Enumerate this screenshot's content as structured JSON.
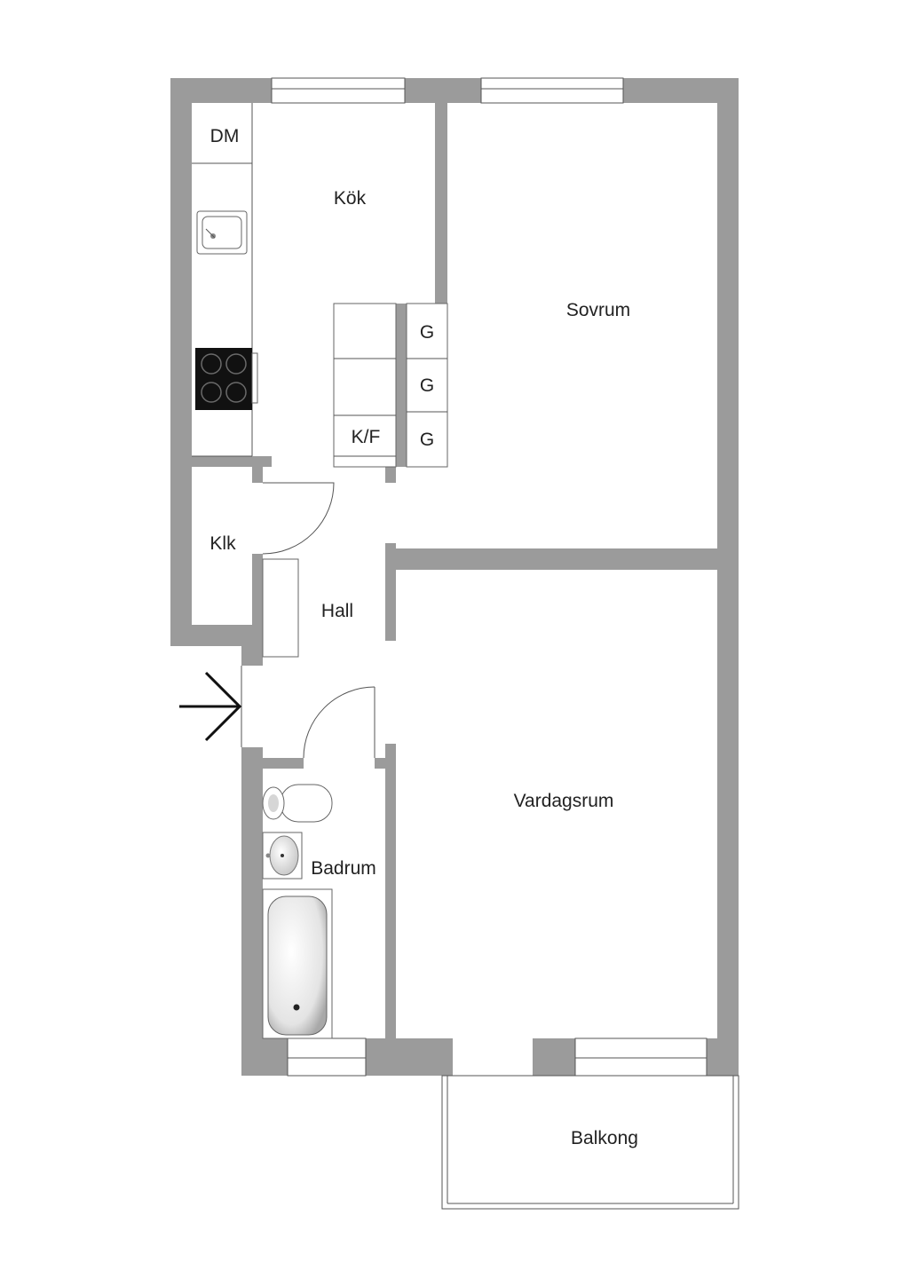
{
  "rooms": {
    "kok": "Kök",
    "sovrum": "Sovrum",
    "klk": "Klk",
    "hall": "Hall",
    "vardagsrum": "Vardagsrum",
    "badrum": "Badrum",
    "balkong": "Balkong"
  },
  "appliances": {
    "dm": "DM",
    "kf": "K/F",
    "g1": "G",
    "g2": "G",
    "g3": "G"
  },
  "icons": {
    "entrance": "entrance-arrow-icon",
    "sink": "kitchen-sink-icon",
    "stove": "stove-icon",
    "toilet": "toilet-icon",
    "basin": "washbasin-icon",
    "bathtub": "bathtub-icon"
  },
  "colors": {
    "wall": "#9b9b9b",
    "stove": "#111111"
  }
}
